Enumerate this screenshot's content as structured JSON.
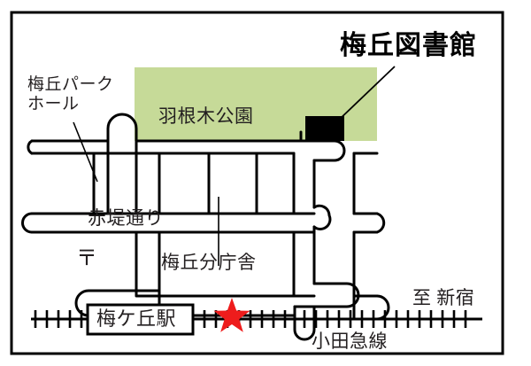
{
  "map": {
    "title": "梅丘図書館",
    "frame": {
      "color": "#000000"
    },
    "colors": {
      "park_fill": "#c6da98",
      "building_fill": "#000000",
      "road_stroke": "#000000",
      "road_fill": "#ffffff",
      "star": "#ee1c1c",
      "rail": "#000000",
      "text": "#231f20"
    },
    "labels": {
      "park_hall": "梅丘パーク\nホール",
      "park": "羽根木公園",
      "avenue": "赤堤通り",
      "branch_office": "梅丘分庁舎",
      "post_office": "〒",
      "station": "梅ケ丘駅",
      "rail_line": "小田急線",
      "direction": "至 新宿"
    },
    "markers": {
      "library_marker": "library-building",
      "current_position": "star-marker"
    }
  }
}
